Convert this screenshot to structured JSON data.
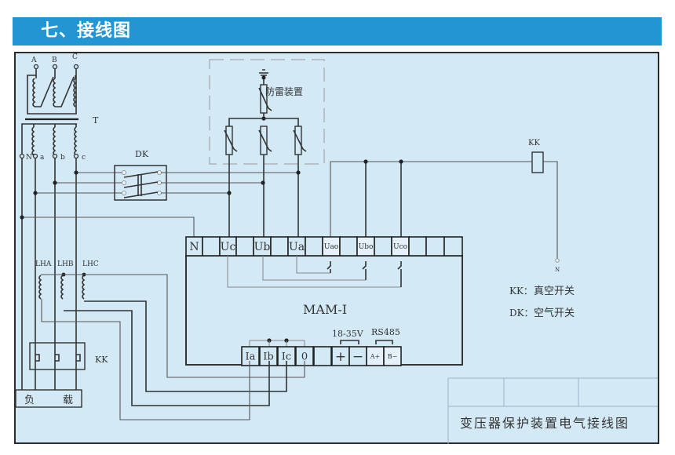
{
  "header": {
    "title": "七、接线图",
    "color": "#2196d3"
  },
  "diagram": {
    "transformer": {
      "label": "T",
      "primary_terminals": [
        "A",
        "B",
        "C"
      ],
      "secondary_terminals": [
        "N",
        "a",
        "b",
        "c"
      ]
    },
    "air_switch": {
      "label": "DK"
    },
    "surge_protector": {
      "label": "防雷装置"
    },
    "vacuum_switch": {
      "label": "KK",
      "terminal": "N"
    },
    "current_transformers": [
      "LHA",
      "LHB",
      "LHC"
    ],
    "load_switch": {
      "label": "KK"
    },
    "load": {
      "chars": [
        "负",
        "载"
      ]
    },
    "device": {
      "model": "MAM-I",
      "top_terminals": [
        "N",
        "",
        "Uc",
        "",
        "Ub",
        "",
        "Ua",
        "",
        "Uao",
        "",
        "Ubo",
        "",
        "Uco",
        "",
        "",
        ""
      ],
      "bottom_terminals": [
        "Ia",
        "Ib",
        "Ic",
        "0",
        "",
        "+",
        "−",
        "A+",
        "B−"
      ],
      "power_label": "18-35V",
      "comm_label": "RS485"
    },
    "legend": [
      {
        "abbr": "KK：",
        "desc": "真空开关"
      },
      {
        "abbr": "DK：",
        "desc": "空气开关"
      }
    ],
    "title_block": {
      "title": "变压器保护装置电气接线图"
    }
  }
}
